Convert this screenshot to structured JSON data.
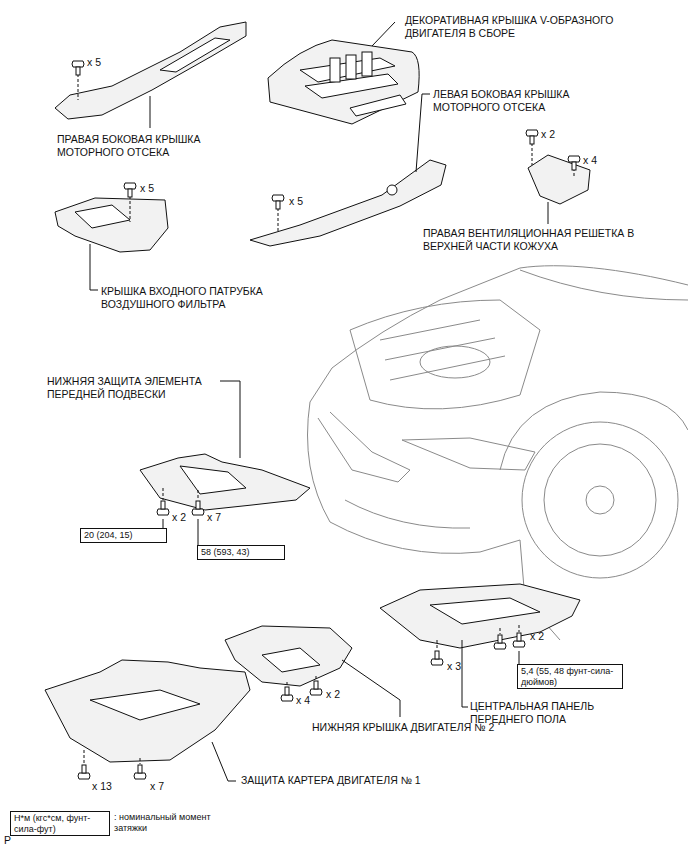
{
  "diagram": {
    "nodes": [
      {
        "text": [
          "20 (204, 15)"
        ]
      },
      {
        "text": [
          "58 (593, 43)"
        ]
      },
      {
        "text": [
          "5,4 (55, 48 фунт-сила-дюймов)"
        ]
      },
      {
        "text": [
          "Н*м (кгс*см, фунт-сила-фут)",
          ": номинальный момент затяжки"
        ]
      }
    ],
    "labels": [
      "x 5",
      "ДЕКОРАТИВНАЯ КРЫШКА V-ОБРАЗНОГО ДВИГАТЕЛЯ В СБОРЕ",
      "ЛЕВАЯ БОКОВАЯ КРЫШКА МОТОРНОГО ОТСЕКА",
      "ПРАВАЯ БОКОВАЯ КРЫШКА МОТОРНОГО ОТСЕКА",
      "x 5",
      "x 5",
      "x 2",
      "x 4",
      "ПРАВАЯ ВЕНТИЛЯЦИОННАЯ РЕШЕТКА В ВЕРХНЕЙ ЧАСТИ КОЖУХА",
      "КРЫШКА ВХОДНОГО ПАТРУБКА ВОЗДУШНОГО ФИЛЬТРА",
      "НИЖНЯЯ ЗАЩИТА ЭЛЕМЕНТА ПЕРЕДНЕЙ ПОДВЕСКИ",
      "x 2",
      "x 7",
      "x 2",
      "x 3",
      "x 4",
      "x 2",
      "НИЖНЯЯ КРЫШКА ДВИГАТЕЛЯ № 2",
      "ЦЕНТРАЛЬНАЯ ПАНЕЛЬ ПЕРЕДНЕГО ПОЛА",
      "x 13",
      "x 7",
      "ЗАЩИТА КАРТЕРА ДВИГАТЕЛЯ № 1",
      "P"
    ]
  }
}
